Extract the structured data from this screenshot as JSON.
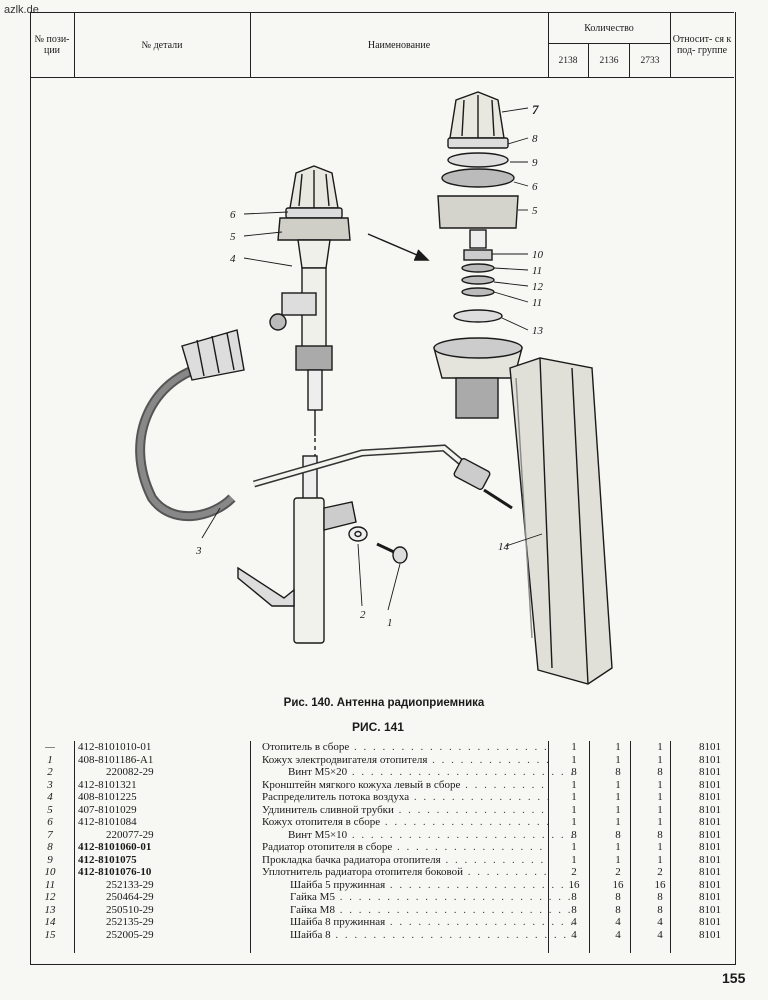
{
  "watermark": "azlk.de",
  "header": {
    "pos": "№ пози- ции",
    "part_no": "№ детали",
    "name": "Наименование",
    "quantity": "Количество",
    "models": [
      "2138",
      "2136",
      "2733"
    ],
    "group": "Относит- ся к под- группе"
  },
  "figure": {
    "caption": "Рис. 140. Антенна радиоприемника",
    "callouts": [
      "1",
      "2",
      "3",
      "4",
      "5",
      "6",
      "5",
      "6",
      "7",
      "8",
      "9",
      "10",
      "11",
      "12",
      "11",
      "13",
      "14"
    ]
  },
  "fig_title": "РИС. 141",
  "rows": [
    {
      "pos": "—",
      "num": "412-8101010-01",
      "name": "Отопитель в сборе",
      "q": [
        "1",
        "1",
        "1"
      ],
      "grp": "8101",
      "indent": 0,
      "bold": false
    },
    {
      "pos": "1",
      "num": "408-8101186-А1",
      "name": "Кожух электродвигателя отопителя",
      "q": [
        "1",
        "1",
        "1"
      ],
      "grp": "8101",
      "indent": 0,
      "bold": false
    },
    {
      "pos": "2",
      "num": "220082-29",
      "name": "Винт М5×20",
      "q": [
        "8",
        "8",
        "8"
      ],
      "grp": "8101",
      "indent": 1,
      "bold": false
    },
    {
      "pos": "3",
      "num": "412-8101321",
      "name": "Кронштейн мягкого кожуха левый в сборе",
      "q": [
        "1",
        "1",
        "1"
      ],
      "grp": "8101",
      "indent": 0,
      "bold": false
    },
    {
      "pos": "4",
      "num": "408-8101225",
      "name": "Распределитель потока воздуха",
      "q": [
        "1",
        "1",
        "1"
      ],
      "grp": "8101",
      "indent": 0,
      "bold": false
    },
    {
      "pos": "5",
      "num": "407-8101029",
      "name": "Удлинитель сливной трубки",
      "q": [
        "1",
        "1",
        "1"
      ],
      "grp": "8101",
      "indent": 0,
      "bold": false
    },
    {
      "pos": "6",
      "num": "412-8101084",
      "name": "Кожух отопителя в сборе",
      "q": [
        "1",
        "1",
        "1"
      ],
      "grp": "8101",
      "indent": 0,
      "bold": false
    },
    {
      "pos": "7",
      "num": "220077-29",
      "name": "Винт М5×10",
      "q": [
        "8",
        "8",
        "8"
      ],
      "grp": "8101",
      "indent": 1,
      "bold": false
    },
    {
      "pos": "8",
      "num": "412-8101060-01",
      "name": "Радиатор отопителя в сборе",
      "q": [
        "1",
        "1",
        "1"
      ],
      "grp": "8101",
      "indent": 0,
      "bold": true
    },
    {
      "pos": "9",
      "num": "412-8101075",
      "name": "Прокладка бачка радиатора отопителя",
      "q": [
        "1",
        "1",
        "1"
      ],
      "grp": "8101",
      "indent": 0,
      "bold": true
    },
    {
      "pos": "10",
      "num": "412-8101076-10",
      "name": "Уплотнитель радиатора отопителя боковой",
      "q": [
        "2",
        "2",
        "2"
      ],
      "grp": "8101",
      "indent": 0,
      "bold": true
    },
    {
      "pos": "11",
      "num": "252133-29",
      "name": "Шайба 5 пружинная",
      "q": [
        "16",
        "16",
        "16"
      ],
      "grp": "8101",
      "indent": 2,
      "bold": false
    },
    {
      "pos": "12",
      "num": "250464-29",
      "name": "Гайка М5",
      "q": [
        "8",
        "8",
        "8"
      ],
      "grp": "8101",
      "indent": 2,
      "bold": false
    },
    {
      "pos": "13",
      "num": "250510-29",
      "name": "Гайка М8",
      "q": [
        "8",
        "8",
        "8"
      ],
      "grp": "8101",
      "indent": 2,
      "bold": false
    },
    {
      "pos": "14",
      "num": "252135-29",
      "name": "Шайба 8 пружинная",
      "q": [
        "4",
        "4",
        "4"
      ],
      "grp": "8101",
      "indent": 2,
      "bold": false
    },
    {
      "pos": "15",
      "num": "252005-29",
      "name": "Шайба 8",
      "q": [
        "4",
        "4",
        "4"
      ],
      "grp": "8101",
      "indent": 2,
      "bold": false
    }
  ],
  "page_number": "155"
}
